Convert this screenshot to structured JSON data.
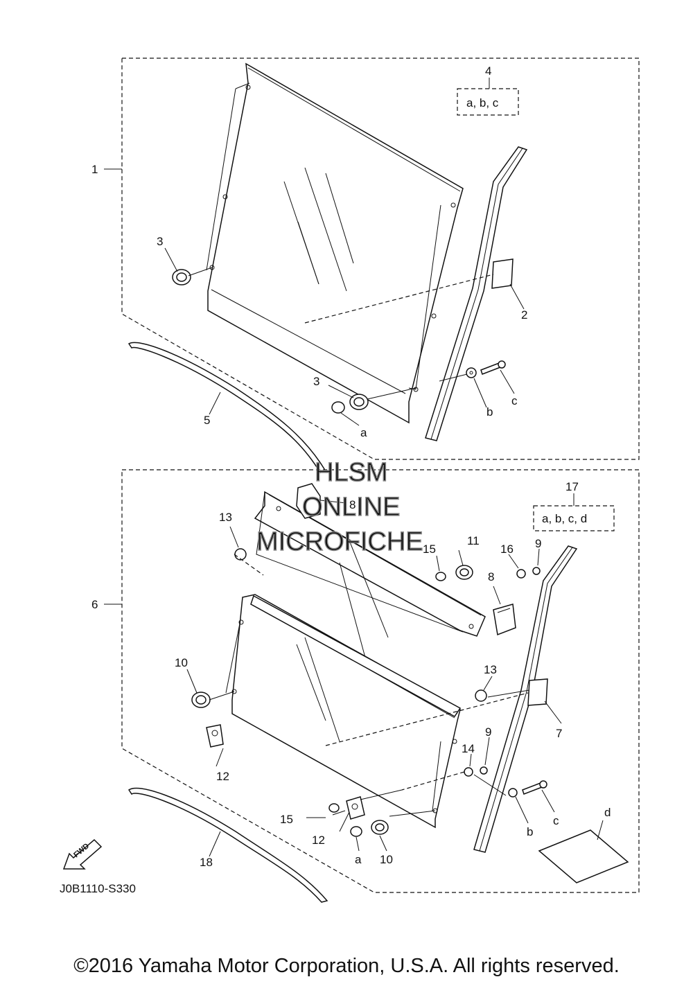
{
  "diagram_code": "J0B1110-S330",
  "copyright": "©2016 Yamaha Motor Corporation, U.S.A. All rights reserved.",
  "watermark": [
    "HLSM",
    "ONLINE",
    "MICROFICHE"
  ],
  "fwd_label": "FWD",
  "kits": {
    "upper": {
      "number": "4",
      "contents": "a, b, c"
    },
    "lower": {
      "number": "17",
      "contents": "a, b, c, d"
    }
  },
  "callouts": {
    "c1": "1",
    "c2": "2",
    "c3a": "3",
    "c3b": "3",
    "c5": "5",
    "ca1": "a",
    "cb1": "b",
    "cc1": "c",
    "c6": "6",
    "c7": "7",
    "c8a": "8",
    "c8b": "8",
    "c9a": "9",
    "c9b": "9",
    "c10a": "10",
    "c10b": "10",
    "c11": "11",
    "c12a": "12",
    "c12b": "12",
    "c13a": "13",
    "c13b": "13",
    "c14": "14",
    "c15a": "15",
    "c15b": "15",
    "c16": "16",
    "c18": "18",
    "ca2": "a",
    "cb2": "b",
    "cc2": "c",
    "cd": "d"
  }
}
